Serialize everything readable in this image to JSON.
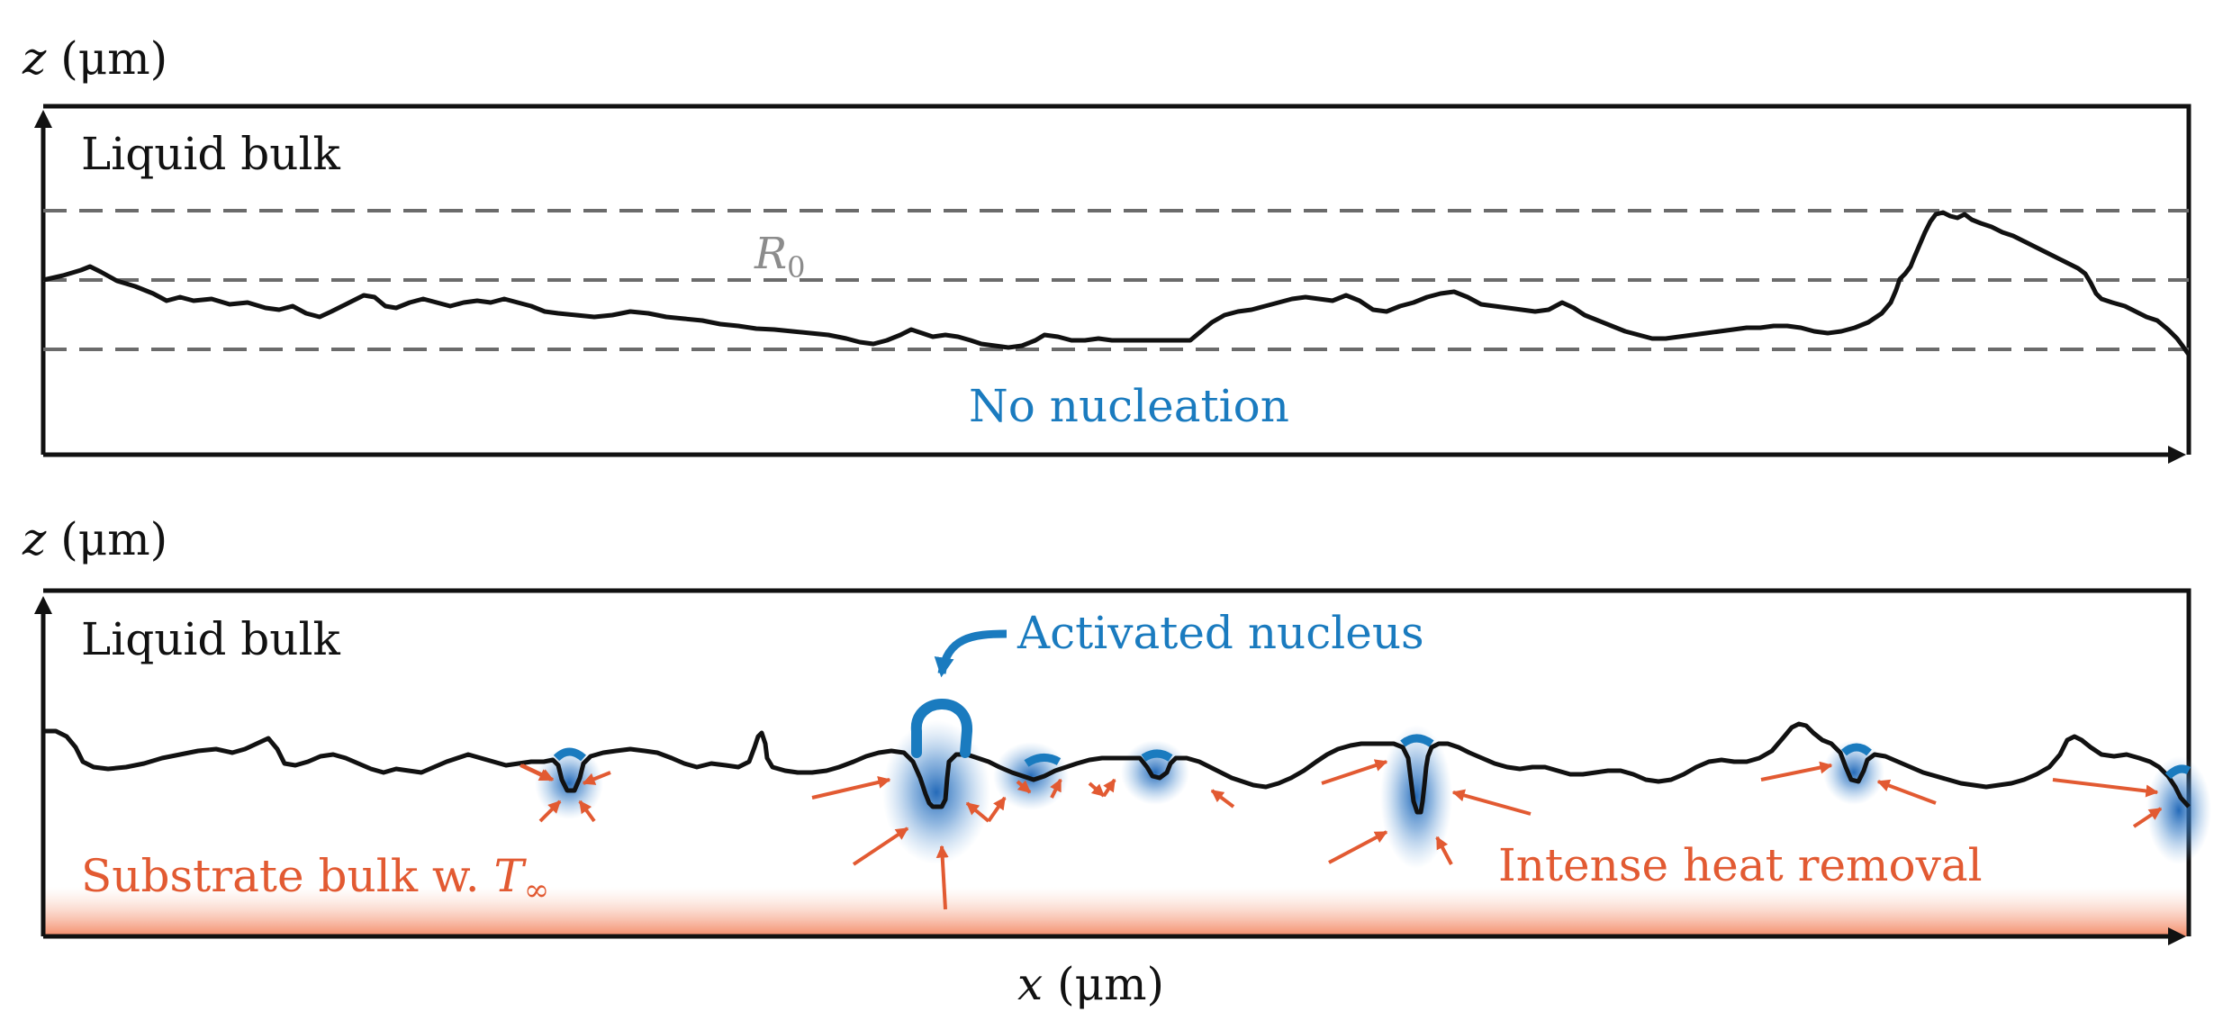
{
  "colors": {
    "surface": "#111111",
    "dashed_lines": "#6b6b6b",
    "nucleation_blue": "#1a7bbf",
    "heat_red": "#e25a32",
    "substrate_gradient": "#f6a487"
  },
  "top_panel": {
    "axis_label_z": "z",
    "axis_unit_z": " (μm)",
    "bulk_label": "Liquid bulk",
    "roughness_symbol": "R",
    "roughness_subscript": "0",
    "status_label": "No nucleation"
  },
  "bottom_panel": {
    "axis_label_z": "z",
    "axis_unit_z": " (μm)",
    "bulk_label": "Liquid bulk",
    "nucleus_label": "Activated nucleus",
    "substrate_label_prefix": "Substrate bulk w. ",
    "substrate_symbol": "T",
    "substrate_subscript": "∞",
    "heat_label": "Intense heat removal",
    "axis_label_x": "x",
    "axis_unit_x": " (μm)"
  }
}
